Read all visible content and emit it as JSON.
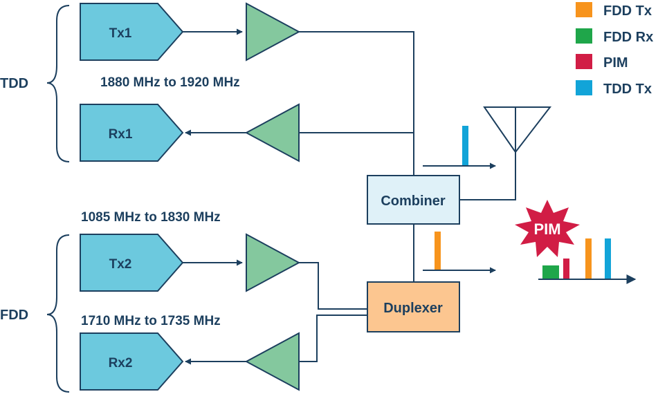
{
  "blocks": {
    "tx1": "Tx1",
    "rx1": "Rx1",
    "tx2": "Tx2",
    "rx2": "Rx2",
    "combiner": "Combiner",
    "duplexer": "Duplexer"
  },
  "groups": {
    "tdd": "TDD",
    "fdd": "FDD"
  },
  "freq": {
    "tdd_band": "1880 MHz to 1920 MHz",
    "fdd_tx_band": "1085 MHz to 1830 MHz",
    "fdd_rx_band": "1710 MHz to 1735 MHz"
  },
  "pim_burst": "PIM",
  "legend": [
    {
      "label": "FDD Tx",
      "color": "#f7941d"
    },
    {
      "label": "FDD Rx",
      "color": "#1fa64a"
    },
    {
      "label": "PIM",
      "color": "#d11d45"
    },
    {
      "label": "TDD Tx",
      "color": "#12a4d8"
    }
  ],
  "colors": {
    "line": "#1c3f5e",
    "block_fill": "#6cc9de",
    "amp_fill": "#84c89e",
    "combiner_fill": "#dff1f8",
    "duplexer_fill": "#fcc690",
    "burst": "#d11d45"
  }
}
